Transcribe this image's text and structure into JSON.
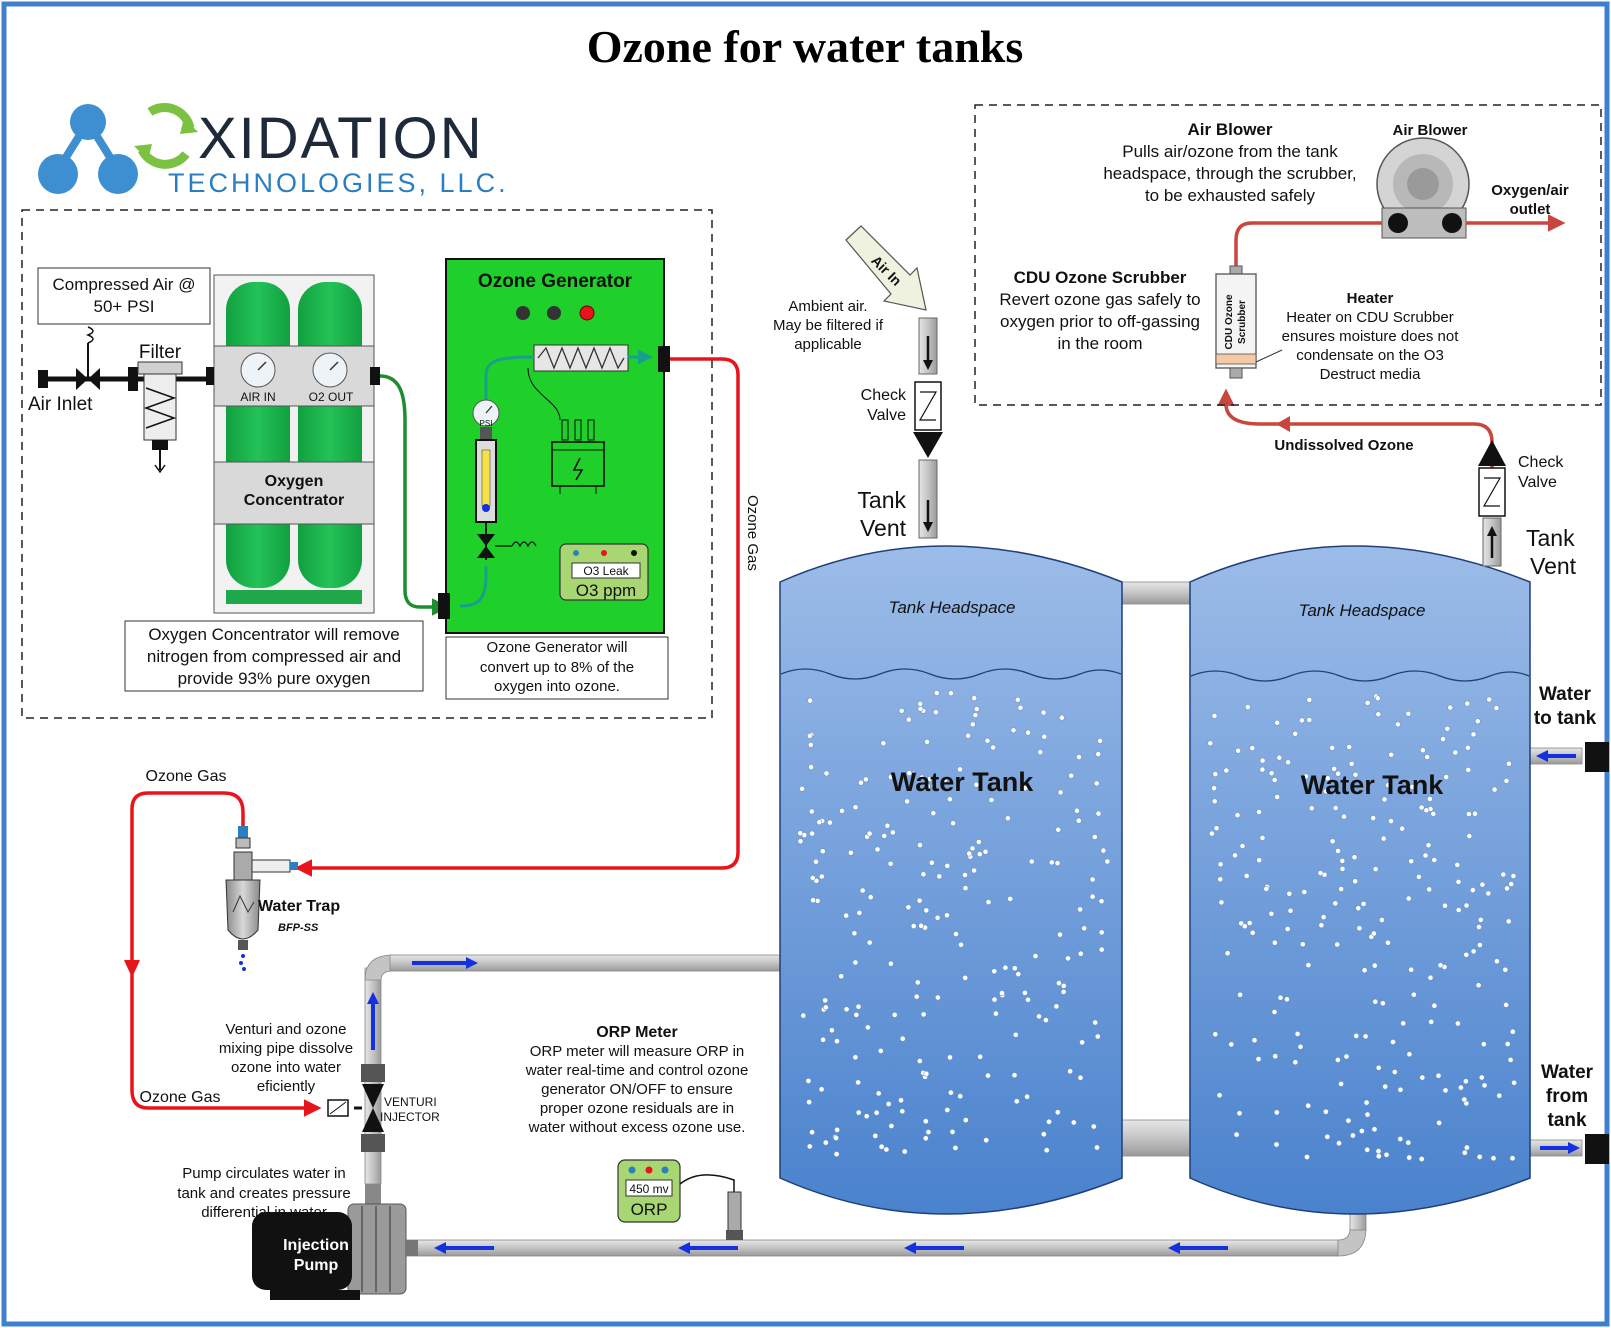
{
  "title": "Ozone for water tanks",
  "logo": {
    "word_main": "XIDATION",
    "word_sub": "TECHNOLOGIES, LLC.",
    "main_color": "#1e2a3a",
    "sub_color": "#2a7fc0",
    "accent_color": "#7cc242",
    "molecule_color": "#3d8fd1"
  },
  "compressed_air": {
    "label_line1": "Compressed Air @",
    "label_line2": "50+ PSI"
  },
  "filter_label": "Filter",
  "air_inlet_label": "Air Inlet",
  "concentrator": {
    "gauge_in": "AIR IN",
    "gauge_out": "O2 OUT",
    "name_line1": "Oxygen",
    "name_line2": "Concentrator",
    "note": [
      "Oxygen Concentrator will remove",
      "nitrogen from compressed air and",
      "provide 93% pure oxygen"
    ]
  },
  "generator": {
    "title": "Ozone Generator",
    "gauge_label": "PSI",
    "leak_label": "O3 Leak",
    "ppm_label": "O3 ppm",
    "note": [
      "Ozone Generator will",
      "convert up to 8% of the",
      "oxygen into ozone."
    ]
  },
  "ozone_gas_vertical": "Ozone Gas",
  "ozone_gas_top": "Ozone Gas",
  "ozone_gas_bottom": "Ozone Gas",
  "water_trap": {
    "name": "Water Trap",
    "model": "BFP-SS"
  },
  "venturi": {
    "note": [
      "Venturi and ozone",
      "mixing pipe dissolve",
      "ozone into water",
      "eficiently"
    ],
    "label_line1": "VENTURI",
    "label_line2": "INJECTOR"
  },
  "pump": {
    "note": [
      "Pump circulates water in",
      "tank and creates pressure",
      "differential in water"
    ],
    "label_line1": "Injection",
    "label_line2": "Pump"
  },
  "orp": {
    "title": "ORP Meter",
    "note": [
      "ORP meter will measure ORP in",
      "water real-time and control ozone",
      "generator ON/OFF to ensure",
      "proper ozone residuals are in",
      "water without excess ozone use."
    ],
    "display": "450 mv",
    "label": "ORP"
  },
  "air_in_arrow": "Air In",
  "ambient_note": [
    "Ambient air.",
    "May be filtered if",
    "applicable"
  ],
  "check_valve_left": [
    "Check",
    "Valve"
  ],
  "check_valve_right": [
    "Check",
    "Valve"
  ],
  "tank_vent_left": [
    "Tank",
    "Vent"
  ],
  "tank_vent_right": [
    "Tank",
    "Vent"
  ],
  "tank1": {
    "headspace": "Tank Headspace",
    "name": "Water Tank"
  },
  "tank2": {
    "headspace": "Tank Headspace",
    "name": "Water Tank"
  },
  "water_to_tank": [
    "Water",
    "to tank"
  ],
  "water_from_tank": [
    "Water",
    "from",
    "tank"
  ],
  "undissolved_ozone": "Undissolved Ozone",
  "blower": {
    "title": "Air Blower",
    "note": [
      "Pulls air/ozone from the tank",
      "headspace, through the scrubber,",
      "to be exhausted safely"
    ],
    "device_label": "Air Blower",
    "outlet": [
      "Oxygen/air",
      "outlet"
    ]
  },
  "scrubber": {
    "title": "CDU Ozone Scrubber",
    "note": [
      "Revert ozone gas safely to",
      "oxygen prior to off-gassing",
      "in the room"
    ],
    "device_label_line1": "CDU Ozone",
    "device_label_line2": "Scrubber"
  },
  "heater": {
    "title": "Heater",
    "note": [
      "Heater on CDU Scrubber",
      "ensures moisture does not",
      "condensate on the O3",
      "Destruct media"
    ]
  },
  "colors": {
    "frame": "#3f7fcf",
    "ozone_line": "#e8141b",
    "oxygen_line": "#1f8c2f",
    "exhaust_line": "#c9463d",
    "tank_top": "#8fb3e3",
    "tank_bottom": "#4f86cf",
    "pipe": "#c9c9c9",
    "flow_arrow": "#1530e0",
    "concentrator": "#1ea84a",
    "generator": "#1fcf2a"
  }
}
